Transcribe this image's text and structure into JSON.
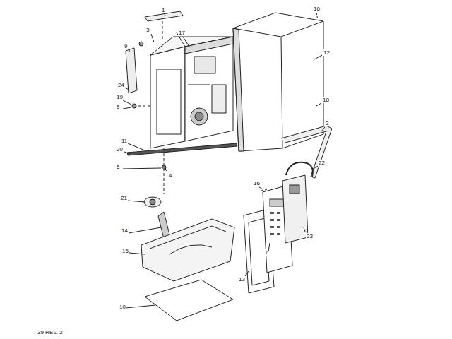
{
  "diagram": {
    "labels": [
      "1",
      "16",
      "3",
      "17",
      "9",
      "12",
      "18",
      "2",
      "24",
      "19",
      "5",
      "22",
      "11",
      "20",
      "5",
      "4",
      "21",
      "16",
      "14",
      "23",
      "7",
      "15",
      "13",
      "10",
      "39 REV. 2"
    ]
  }
}
